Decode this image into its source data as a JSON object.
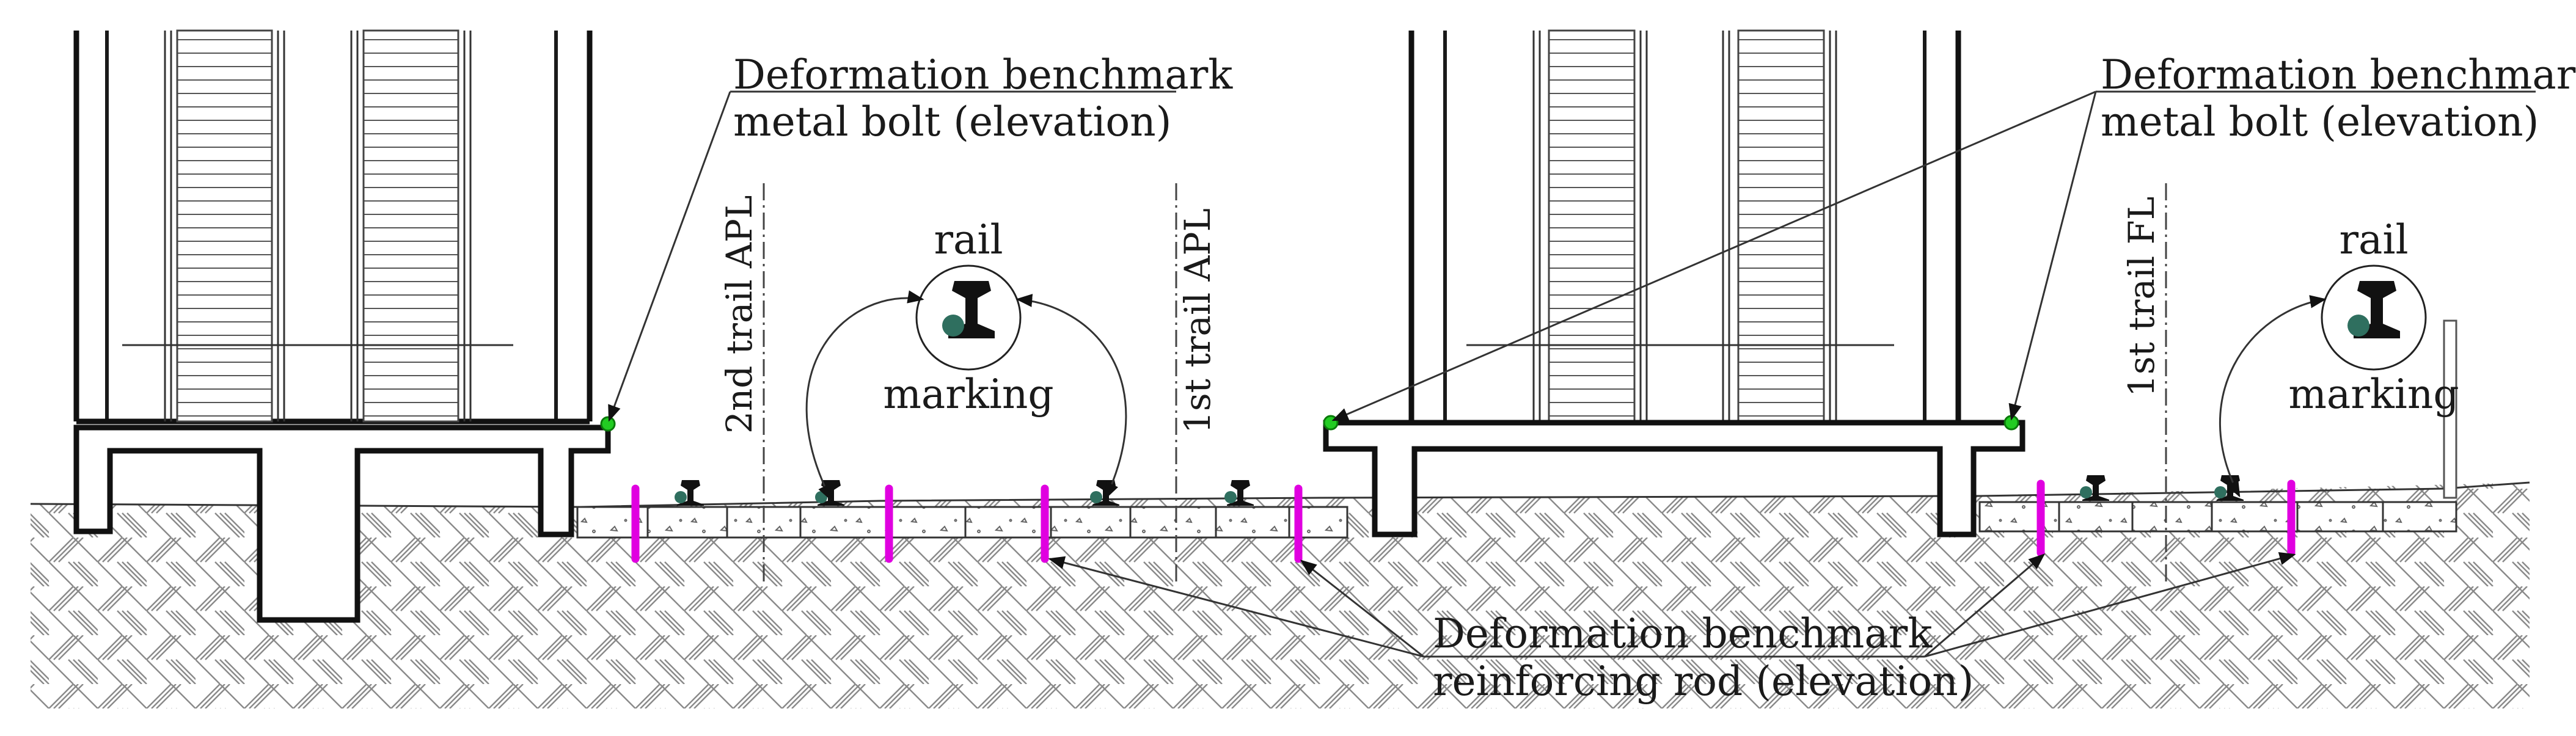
{
  "labels": {
    "bolt_left": [
      "Deformation benchmark",
      "metal bolt (elevation)"
    ],
    "bolt_right": [
      "Deformation benchmark",
      "metal bolt (elevation)"
    ],
    "rod": [
      "Deformation benchmark",
      "reinforcing rod (elevation)"
    ],
    "rail_left": "rail",
    "marking_left": "marking",
    "rail_right": "rail",
    "marking_right": "marking",
    "axis_2nd_apl": "2nd trail APL",
    "axis_1st_apl": "1st trail APL",
    "axis_1st_fl": "1st trail FL"
  },
  "colors": {
    "rod": "#e000e0",
    "bolt": "#22cc22",
    "rail_symbol": "#111111",
    "benchmark_dot": "#2f6f5f",
    "hatch": "#9a9a9a"
  },
  "icons": {
    "rail_profile": "rail-profile-icon",
    "rod": "reinforcing-rod-mark",
    "bolt": "metal-bolt-mark"
  }
}
